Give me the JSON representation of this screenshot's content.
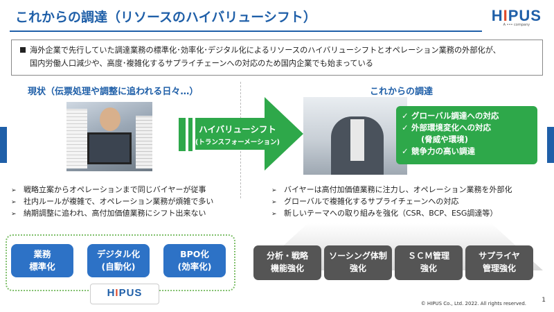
{
  "title": "これからの調達（リソースのハイバリューシフト）",
  "logo": {
    "text_main": "HIPUS",
    "tagline": "A ••• company"
  },
  "summary": {
    "line1": "海外企業で先行していた調達業務の標準化･効率化･デジタル化によるリソースのハイバリューシフトとオペレーション業務の外部化が、",
    "line2": "国内労働人口減少や、高度･複雑化するサプライチェーンへの対応のため国内企業でも始まっている"
  },
  "left": {
    "heading": "現状（伝票処理や調整に追われる日々…）",
    "bullets": [
      "戦略立案からオペレーションまで同じバイヤーが従事",
      "社内ルールが複雑で、オペレーション業務が煩雑で多い",
      "納期調整に追われ、高付加価値業務にシフト出来ない"
    ],
    "boxes": [
      {
        "line1": "業務",
        "line2": "標準化"
      },
      {
        "line1": "デジタル化",
        "line2": "(自動化)"
      },
      {
        "line1": "BPO化",
        "line2": "(効率化)"
      }
    ],
    "badge_logo": "HIPUS"
  },
  "arrow": {
    "line1": "ハイバリューシフト",
    "line2": "(トランスフォーメーション)"
  },
  "right": {
    "heading": "これからの調達",
    "checks": [
      "グローバル調達への対応",
      "外部環境変化への対応",
      "(脅威や環境)",
      "競争力の高い調達"
    ],
    "bullets": [
      "バイヤーは高付加価値業務に注力し、オペレーション業務を外部化",
      "グローバルで複雑化するサプライチェーンへの対応",
      "新しいテーマへの取り組みを強化（CSR、BCP、ESG調達等）"
    ],
    "boxes": [
      {
        "line1": "分析・戦略",
        "line2": "機能強化"
      },
      {
        "line1": "ソーシング体制",
        "line2": "強化"
      },
      {
        "line1": "ＳＣＭ管理",
        "line2": "強化"
      },
      {
        "line1": "サプライヤ",
        "line2": "管理強化"
      }
    ]
  },
  "footer": {
    "copyright": "© HIPUS Co., Ltd. 2022. All rights reserved.",
    "page": "1"
  },
  "colors": {
    "brand_blue": "#1f5fa8",
    "green": "#2ea84a",
    "box_blue": "#2d72c6",
    "box_gray": "#555555",
    "logo_accent": "#e04a2a"
  },
  "icons": {
    "check": "check-icon",
    "arrow_bullet": "arrow-bullet-icon",
    "square_bullet": "square-bullet-icon"
  }
}
